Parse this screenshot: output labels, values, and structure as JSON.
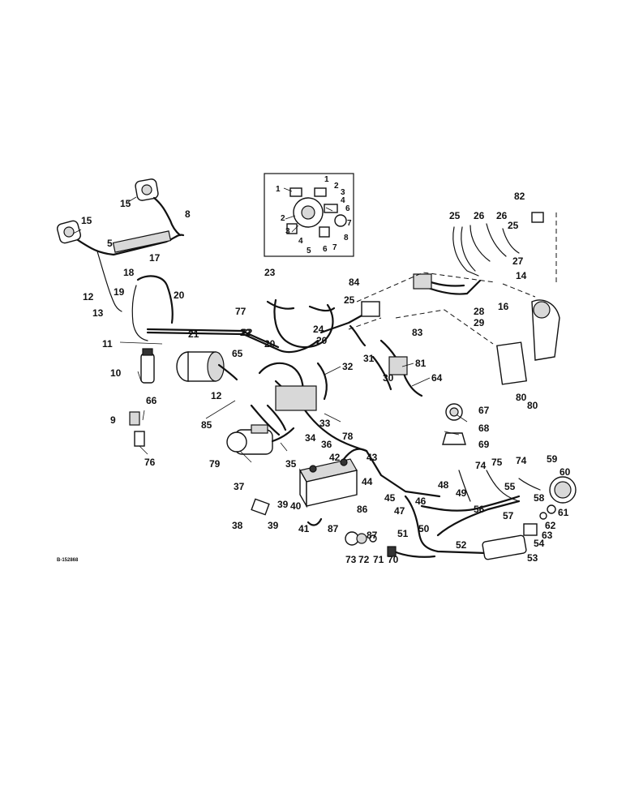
{
  "drawing_number": "B-152868",
  "callouts": [
    {
      "id": "c1",
      "text": "1"
    },
    {
      "id": "c2",
      "text": "2"
    },
    {
      "id": "c3",
      "text": "3"
    },
    {
      "id": "c4",
      "text": "4"
    },
    {
      "id": "c5",
      "text": "5"
    },
    {
      "id": "c6",
      "text": "6"
    },
    {
      "id": "c7",
      "text": "7"
    },
    {
      "id": "c8",
      "text": "8"
    },
    {
      "id": "c9",
      "text": "9"
    },
    {
      "id": "c10",
      "text": "10"
    },
    {
      "id": "c11",
      "text": "11"
    },
    {
      "id": "c12",
      "text": "12"
    },
    {
      "id": "c13",
      "text": "13"
    },
    {
      "id": "c14",
      "text": "14"
    },
    {
      "id": "c15",
      "text": "15"
    },
    {
      "id": "c16",
      "text": "16"
    },
    {
      "id": "c17",
      "text": "17"
    },
    {
      "id": "c18",
      "text": "18"
    },
    {
      "id": "c19",
      "text": "19"
    },
    {
      "id": "c20",
      "text": "20"
    },
    {
      "id": "c21",
      "text": "21"
    },
    {
      "id": "c22",
      "text": "22"
    },
    {
      "id": "c23",
      "text": "23"
    },
    {
      "id": "c24",
      "text": "24"
    },
    {
      "id": "c25",
      "text": "25"
    },
    {
      "id": "c26",
      "text": "26"
    },
    {
      "id": "c27",
      "text": "27"
    },
    {
      "id": "c28",
      "text": "28"
    },
    {
      "id": "c29",
      "text": "29"
    },
    {
      "id": "c30",
      "text": "30"
    },
    {
      "id": "c31",
      "text": "31"
    },
    {
      "id": "c32",
      "text": "32"
    },
    {
      "id": "c33",
      "text": "33"
    },
    {
      "id": "c34",
      "text": "34"
    },
    {
      "id": "c35",
      "text": "35"
    },
    {
      "id": "c36",
      "text": "36"
    },
    {
      "id": "c37",
      "text": "37"
    },
    {
      "id": "c38",
      "text": "38"
    },
    {
      "id": "c39",
      "text": "39"
    },
    {
      "id": "c40",
      "text": "40"
    },
    {
      "id": "c41",
      "text": "41"
    },
    {
      "id": "c42",
      "text": "42"
    },
    {
      "id": "c43",
      "text": "43"
    },
    {
      "id": "c44",
      "text": "44"
    },
    {
      "id": "c45",
      "text": "45"
    },
    {
      "id": "c46",
      "text": "46"
    },
    {
      "id": "c47",
      "text": "47"
    },
    {
      "id": "c48",
      "text": "48"
    },
    {
      "id": "c49",
      "text": "49"
    },
    {
      "id": "c50",
      "text": "50"
    },
    {
      "id": "c51",
      "text": "51"
    },
    {
      "id": "c52",
      "text": "52"
    },
    {
      "id": "c53",
      "text": "53"
    },
    {
      "id": "c54",
      "text": "54"
    },
    {
      "id": "c55",
      "text": "55"
    },
    {
      "id": "c56",
      "text": "56"
    },
    {
      "id": "c57",
      "text": "57"
    },
    {
      "id": "c58",
      "text": "58"
    },
    {
      "id": "c59",
      "text": "59"
    },
    {
      "id": "c60",
      "text": "60"
    },
    {
      "id": "c61",
      "text": "61"
    },
    {
      "id": "c62",
      "text": "62"
    },
    {
      "id": "c63",
      "text": "63"
    },
    {
      "id": "c64",
      "text": "64"
    },
    {
      "id": "c65",
      "text": "65"
    },
    {
      "id": "c66",
      "text": "66"
    },
    {
      "id": "c67",
      "text": "67"
    },
    {
      "id": "c68",
      "text": "68"
    },
    {
      "id": "c69",
      "text": "69"
    },
    {
      "id": "c70",
      "text": "70"
    },
    {
      "id": "c71",
      "text": "71"
    },
    {
      "id": "c72",
      "text": "72"
    },
    {
      "id": "c73",
      "text": "73"
    },
    {
      "id": "c74",
      "text": "74"
    },
    {
      "id": "c75",
      "text": "75"
    },
    {
      "id": "c76",
      "text": "76"
    },
    {
      "id": "c77",
      "text": "77"
    },
    {
      "id": "c78",
      "text": "78"
    },
    {
      "id": "c79",
      "text": "79"
    },
    {
      "id": "c80",
      "text": "80"
    },
    {
      "id": "c81",
      "text": "81"
    },
    {
      "id": "c82",
      "text": "82"
    },
    {
      "id": "c83",
      "text": "83"
    },
    {
      "id": "c84",
      "text": "84"
    },
    {
      "id": "c85",
      "text": "85"
    },
    {
      "id": "c86",
      "text": "86"
    },
    {
      "id": "c87",
      "text": "87"
    }
  ]
}
